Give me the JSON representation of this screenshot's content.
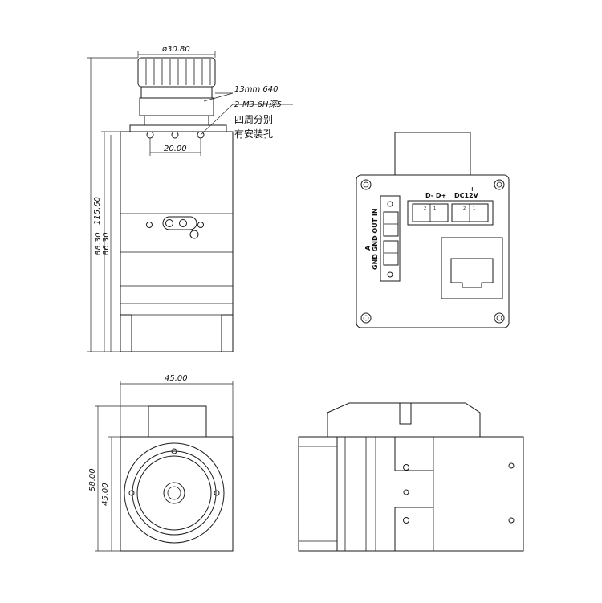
{
  "dimensions": {
    "lens_diameter": "ø30.80",
    "lens_distance": "20.00",
    "total_height": "115.60",
    "height_88": "88.30",
    "height_86": "86.30",
    "width": "45.00",
    "front_height": "58.00",
    "front_body": "45.00"
  },
  "notes": {
    "lens": "13mm 640",
    "screw": "2-M3-6H深5",
    "cn_line1": "四周分别",
    "cn_line2": "有安装孔"
  },
  "back_panel": {
    "data_label": "D- D+",
    "power_label": "DC12V",
    "minus": "−",
    "plus": "+",
    "io_label_a": "GND GND OUT IN",
    "io_label_b": "A",
    "pins": [
      "2",
      "1",
      "2",
      "1"
    ]
  }
}
